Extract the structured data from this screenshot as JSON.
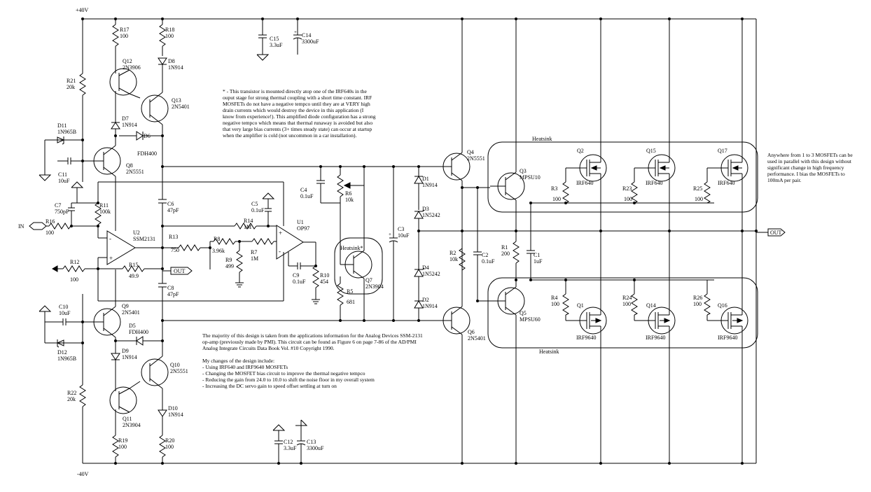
{
  "rails": {
    "pos": "+40V",
    "neg": "-40V"
  },
  "ports": {
    "in": "IN",
    "out_main": "OUT",
    "out_amp": "OUT"
  },
  "labels": {
    "r17": [
      "R17",
      "100"
    ],
    "r18": [
      "R18",
      "100"
    ],
    "d8": [
      "D8",
      "1N914"
    ],
    "q12": [
      "Q12",
      "2N3906"
    ],
    "q13": [
      "Q13",
      "2N5401"
    ],
    "r21": [
      "R21",
      "20k"
    ],
    "d7": [
      "D7",
      "1N914"
    ],
    "d11": [
      "D11",
      "1N965B"
    ],
    "d6": [
      "D6",
      "FDH400"
    ],
    "q8": [
      "Q8",
      "2N5551"
    ],
    "c11": [
      "C11",
      "10uF"
    ],
    "c7": [
      "C7",
      "750pF"
    ],
    "r11": [
      "R11",
      "100k"
    ],
    "r16": [
      "R16",
      "100"
    ],
    "u2": [
      "U2",
      "SSM2131"
    ],
    "r13": [
      "R13",
      "750"
    ],
    "r12": [
      "R12",
      "100"
    ],
    "r15": [
      "R15",
      "49.9"
    ],
    "c6": [
      "C6",
      "47pF"
    ],
    "c8": [
      "C8",
      "47pF"
    ],
    "r8": [
      "R8",
      "3.96k"
    ],
    "r9": [
      "R9",
      "499"
    ],
    "r7": [
      "R7",
      "1M"
    ],
    "r14": [
      "R14",
      "1M"
    ],
    "c5": [
      "C5",
      "0.1uF"
    ],
    "u1": [
      "U1",
      "OP97"
    ],
    "c9": [
      "C9",
      "0.1uF"
    ],
    "r10": [
      "R10",
      "454"
    ],
    "c15": [
      "C15",
      "3.3uF"
    ],
    "c14": [
      "C14",
      "3300uF"
    ],
    "c10": [
      "C10",
      "10uF"
    ],
    "q9": [
      "Q9",
      "2N5401"
    ],
    "d5": [
      "D5",
      "FDH400"
    ],
    "d12": [
      "D12",
      "1N965B"
    ],
    "d9": [
      "D9",
      "1N914"
    ],
    "q10": [
      "Q10",
      "2N5551"
    ],
    "r22": [
      "R22",
      "20k"
    ],
    "q11": [
      "Q11",
      "2N3904"
    ],
    "d10": [
      "D10",
      "1N914"
    ],
    "r19": [
      "R19",
      "100"
    ],
    "r20": [
      "R20",
      "100"
    ],
    "c12": [
      "C12",
      "3.3uF"
    ],
    "c13": [
      "C13",
      "3300uF"
    ],
    "c4": [
      "C4",
      "0.1uF"
    ],
    "r6": [
      "R6",
      "10k"
    ],
    "q7": [
      "Q7",
      "2N3904"
    ],
    "heatsink_q7": "Heatsink*",
    "r5": [
      "R5",
      "681"
    ],
    "c3": [
      "C3",
      "10uF"
    ],
    "d1": [
      "D1",
      "1N914"
    ],
    "d3": [
      "D3",
      "1N5242"
    ],
    "d4": [
      "D4",
      "1N5242"
    ],
    "d2": [
      "D2",
      "1N914"
    ],
    "q4": [
      "Q4",
      "2N5551"
    ],
    "q6": [
      "Q6",
      "2N5401"
    ],
    "r2": [
      "R2",
      "10k"
    ],
    "c2": [
      "C2",
      "0.1uF"
    ],
    "r1": [
      "R1",
      "200"
    ],
    "c1": [
      "C1",
      "1uF"
    ],
    "q3": [
      "Q3",
      "MPSU10"
    ],
    "q5": [
      "Q5",
      "MPSU60"
    ],
    "r3": [
      "R3",
      "100"
    ],
    "r23": [
      "R23",
      "100"
    ],
    "r25": [
      "R25",
      "100"
    ],
    "r4": [
      "R4",
      "100"
    ],
    "r24": [
      "R24",
      "100"
    ],
    "r26": [
      "R26",
      "100"
    ],
    "q2": [
      "Q2",
      "IRF640"
    ],
    "q15": [
      "Q15",
      "IRF640"
    ],
    "q17": [
      "Q17",
      "IRF640"
    ],
    "q1": [
      "Q1",
      "IRF9640"
    ],
    "q14": [
      "Q14",
      "IRF9640"
    ],
    "q16": [
      "Q16",
      "IRF9640"
    ],
    "heatsink_top": "Heatsink",
    "heatsink_bottom": "Heatsink"
  },
  "notes": {
    "transistor_note": [
      "* - This transistor is mounted directly atop one of the IRF640s in the",
      "ouput stage for strong thermal coupling with a short time constant. IRF",
      "MOSFETs do not have a negative tempco until they are at VERY high",
      "drain currents which would destroy the device in this application (I",
      "know from experience!). This amplified diode configuration has a strong",
      "negative tempco which means that thermal runaway is avoided but also",
      "that very large bias currents (3+ times steady state) can occur at startup",
      "when the amplifier is cold (not uncommon in a car installation)."
    ],
    "mosfet_note": [
      "Anywhere from 1 to 3 MOSFETs can be",
      "used in parallel with this design without",
      "significant change in high frequency",
      "performance. I bias the MOSFETs to",
      "100mA per pair."
    ],
    "design_note": [
      "The majority of this design is taken from the applications information for the Analog Devices SSM-2131",
      "op-amp (previously made by PMI). This circuit can be found as Figure 6 on page 7-86 of the AD/PMI",
      "Analog Integrate Circuits Data Book Vol. #10 Copyright 1990.",
      "",
      "My changes of the design include:",
      "- Using IRF640 and IRF9640 MOSFETs",
      "- Changing the MOSFET bias circuit to improve the thermal negative tempco",
      "- Reducing the gain from 24.0 to 10.0 to shift the noise floor in my overall system",
      "- Increasing the DC servo gain to speed offset settling at turn on"
    ]
  }
}
